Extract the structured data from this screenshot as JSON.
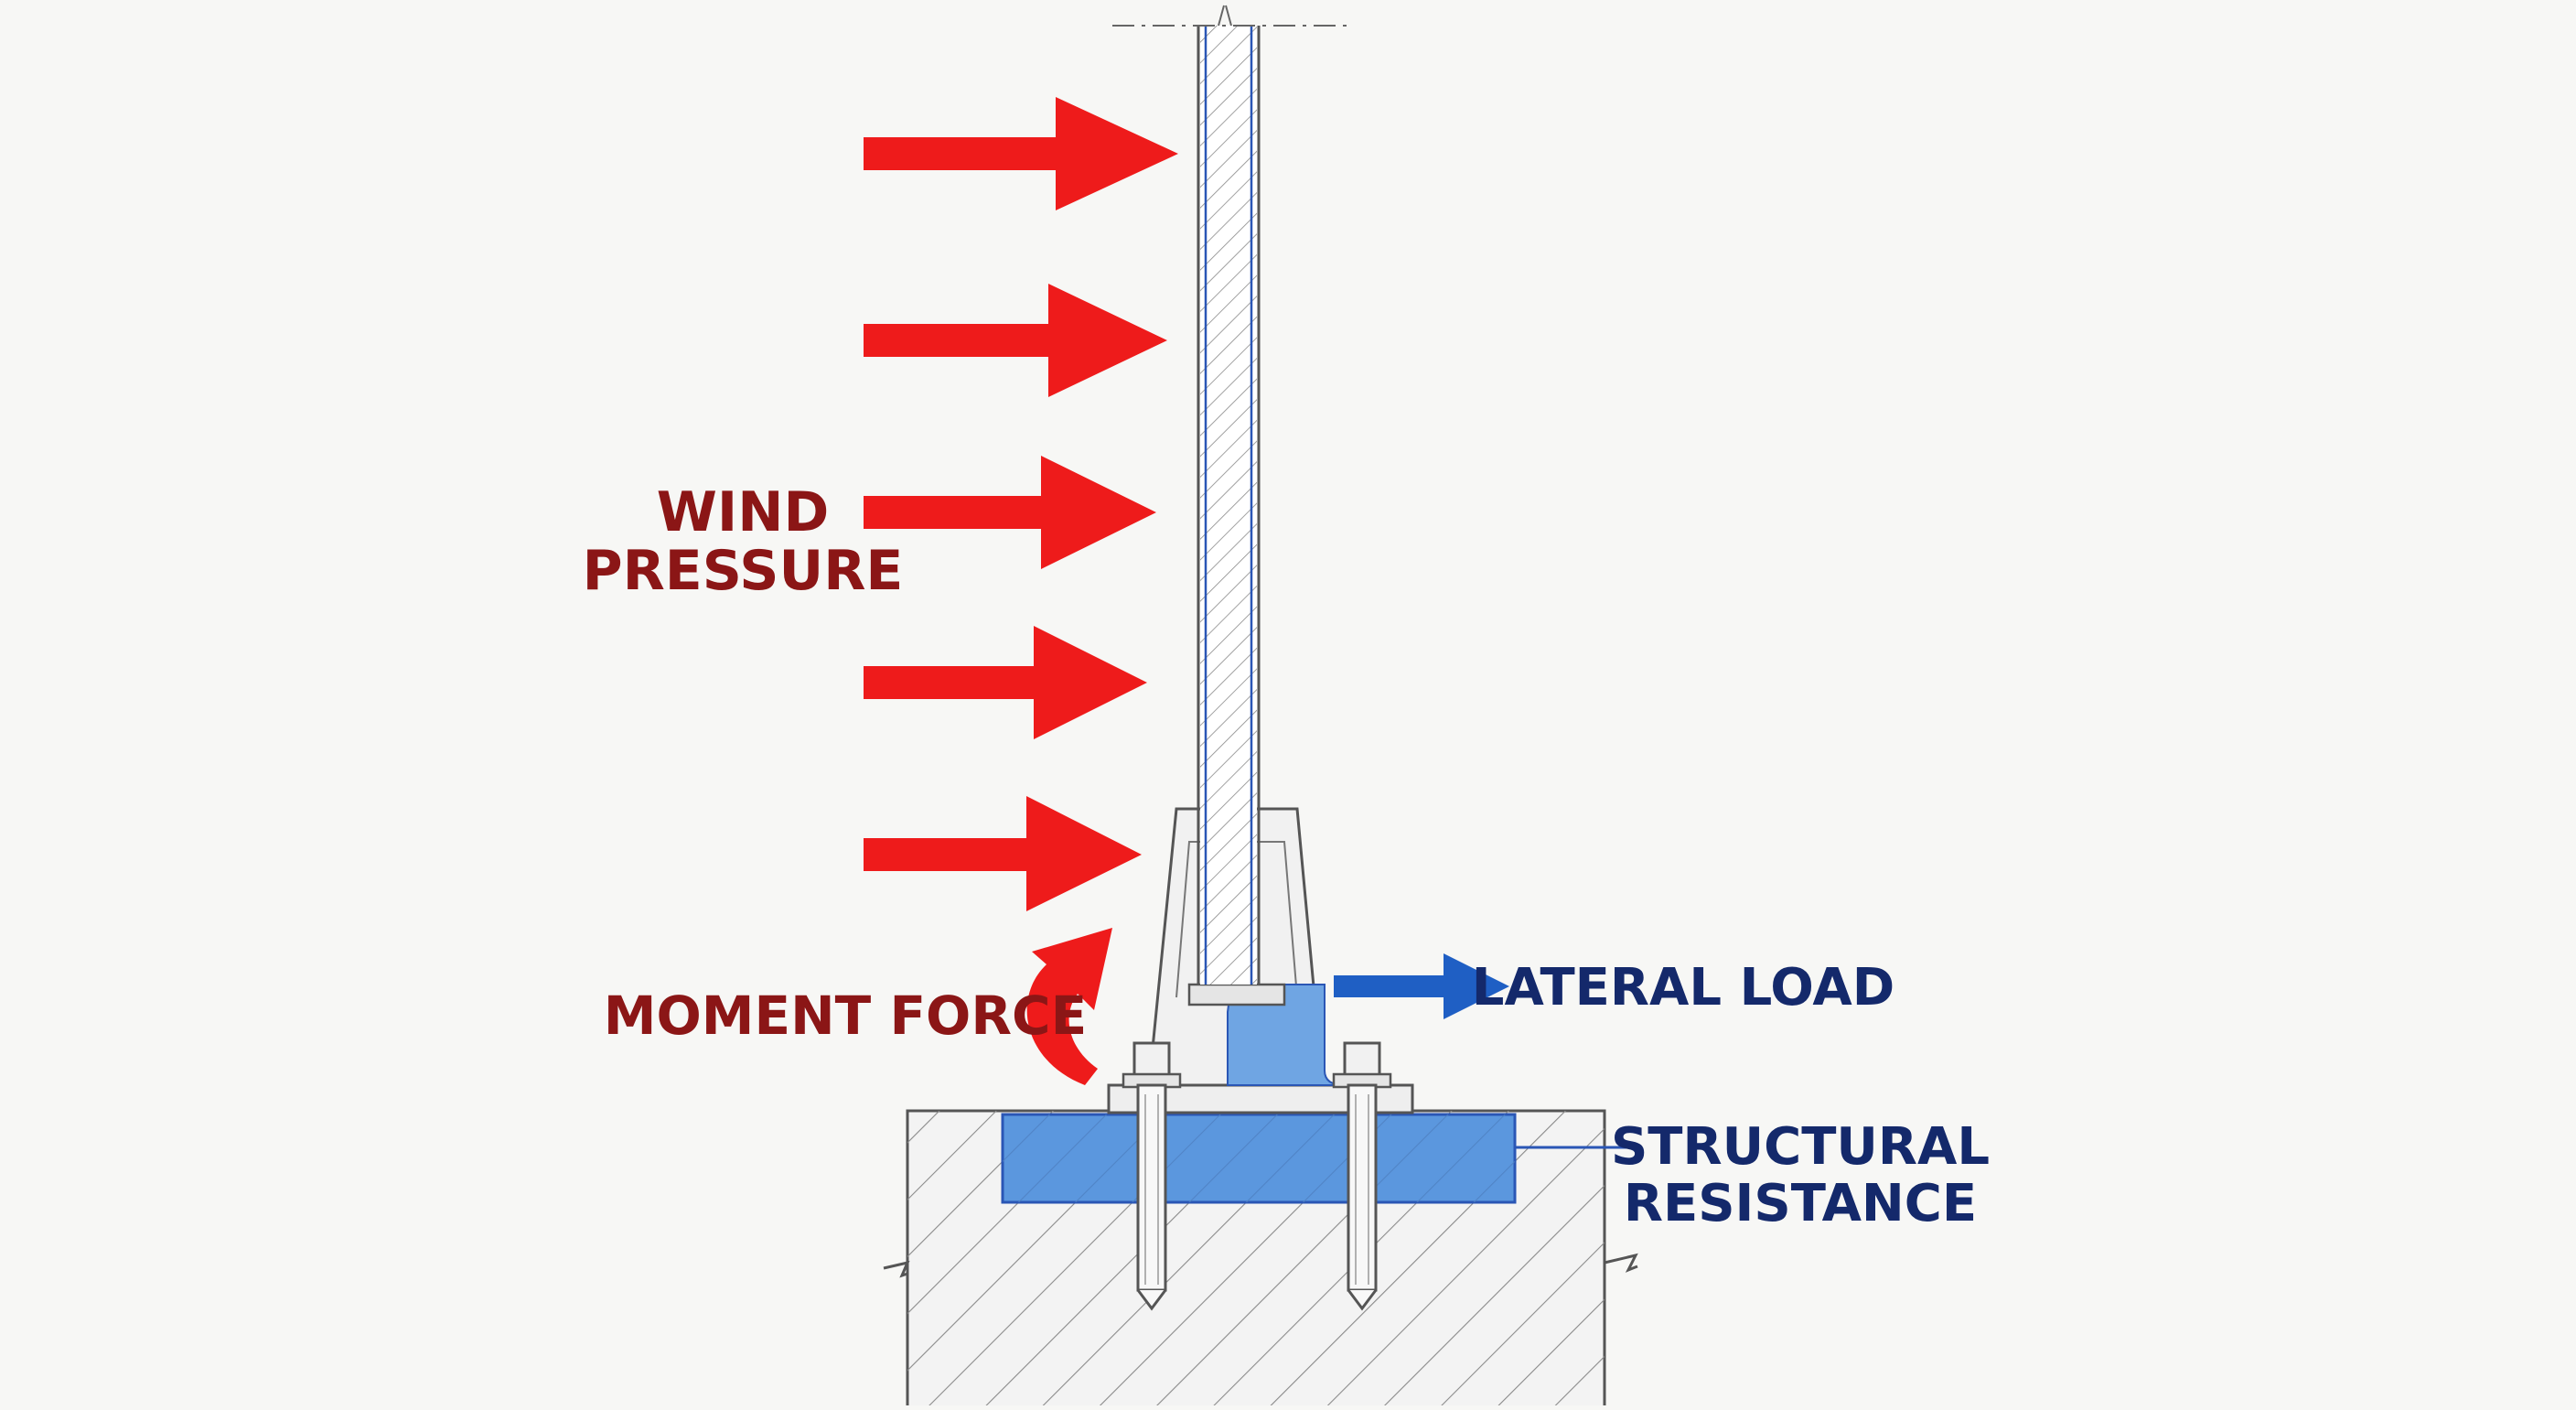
{
  "labels": {
    "wind_pressure_line1": "WIND",
    "wind_pressure_line2": "PRESSURE",
    "moment_force": "MOMENT FORCE",
    "lateral_load": "LATERAL LOAD",
    "structural_resistance_line1": "STRUCTURAL",
    "structural_resistance_line2": "RESISTANCE"
  },
  "colors": {
    "background": "#f7f7f5",
    "force_arrow": "#ee1b1b",
    "force_label": "#8b1616",
    "load_arrow": "#1f5fc4",
    "load_label": "#14296b",
    "resistance_fill": "#5b97de",
    "outline": "#555555",
    "glass_edge": "#2a56b5"
  },
  "icons": {
    "wind_arrows": "right-arrow",
    "moment": "curved-arrow",
    "lateral": "right-arrow",
    "bolts": "anchor-bolt"
  }
}
